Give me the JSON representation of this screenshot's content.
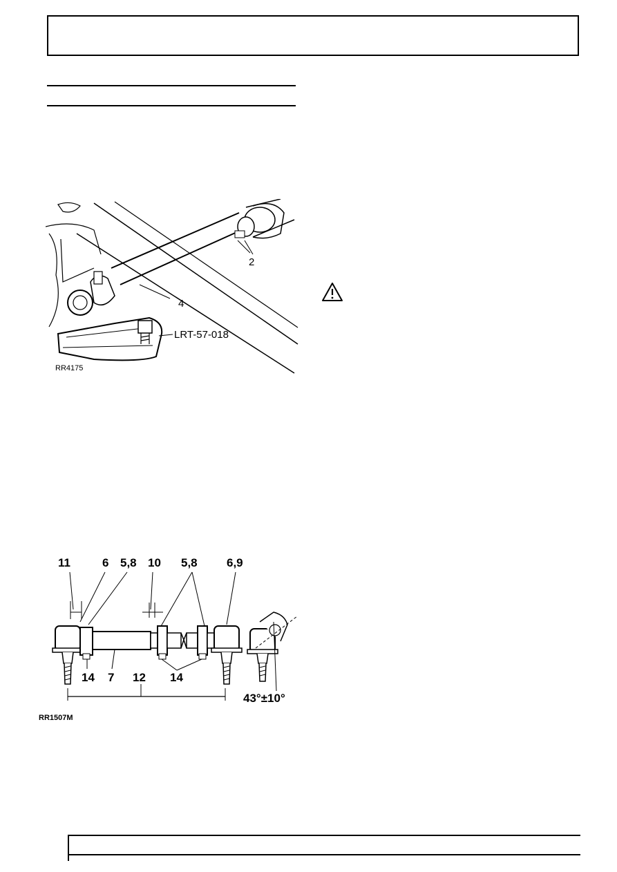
{
  "figure1": {
    "callouts": {
      "two": "2",
      "four": "4",
      "tool": "LRT-57-018"
    },
    "ref": "RR4175"
  },
  "figure2": {
    "callouts": {
      "c11": "11",
      "c6": "6",
      "c58a": "5,8",
      "c10": "10",
      "c58b": "5,8",
      "c69": "6,9",
      "c14a": "14",
      "c7": "7",
      "c12": "12",
      "c14b": "14",
      "angle": "43°±10°"
    },
    "ref": "RR1507M"
  },
  "icons": {
    "warning": "warning-triangle-icon"
  }
}
